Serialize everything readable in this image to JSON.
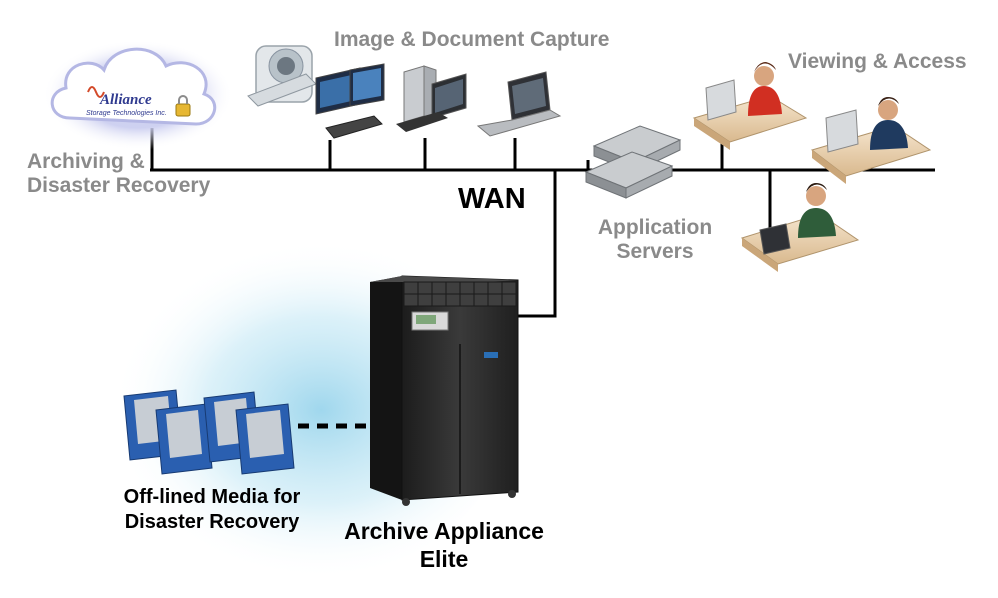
{
  "labels": {
    "image_capture": "Image & Document Capture",
    "viewing_access": "Viewing & Access",
    "archiving_line1": "Archiving &",
    "archiving_line2": "Disaster Recovery",
    "wan": "WAN",
    "app_servers_line1": "Application",
    "app_servers_line2": "Servers",
    "offline_line1": "Off-lined Media for",
    "offline_line2": "Disaster Recovery",
    "appliance_line1": "Archive Appliance",
    "appliance_line2": "Elite"
  },
  "cloud": {
    "brand_name": "Alliance",
    "brand_tagline": "Storage Technologies Inc."
  },
  "colors": {
    "label_gray": "#8a8a8a",
    "network_line": "#000000",
    "cloud_glow": "#c9ccef",
    "media_blue": "#2a5fb0",
    "glow_cyan": "#bfe6f4",
    "server_body": "#2e2e2e"
  },
  "icons": {
    "cloud": "cloud-storage-icon",
    "lock": "padlock-icon",
    "scanner": "mri-scanner-icon",
    "workstation": "workstation-icon",
    "desktop": "desktop-pc-icon",
    "laptop": "laptop-icon",
    "servers": "rack-server-icon",
    "operator": "operator-desk-icon",
    "tower": "storage-tower-icon",
    "media": "tape-cartridge-icon"
  }
}
